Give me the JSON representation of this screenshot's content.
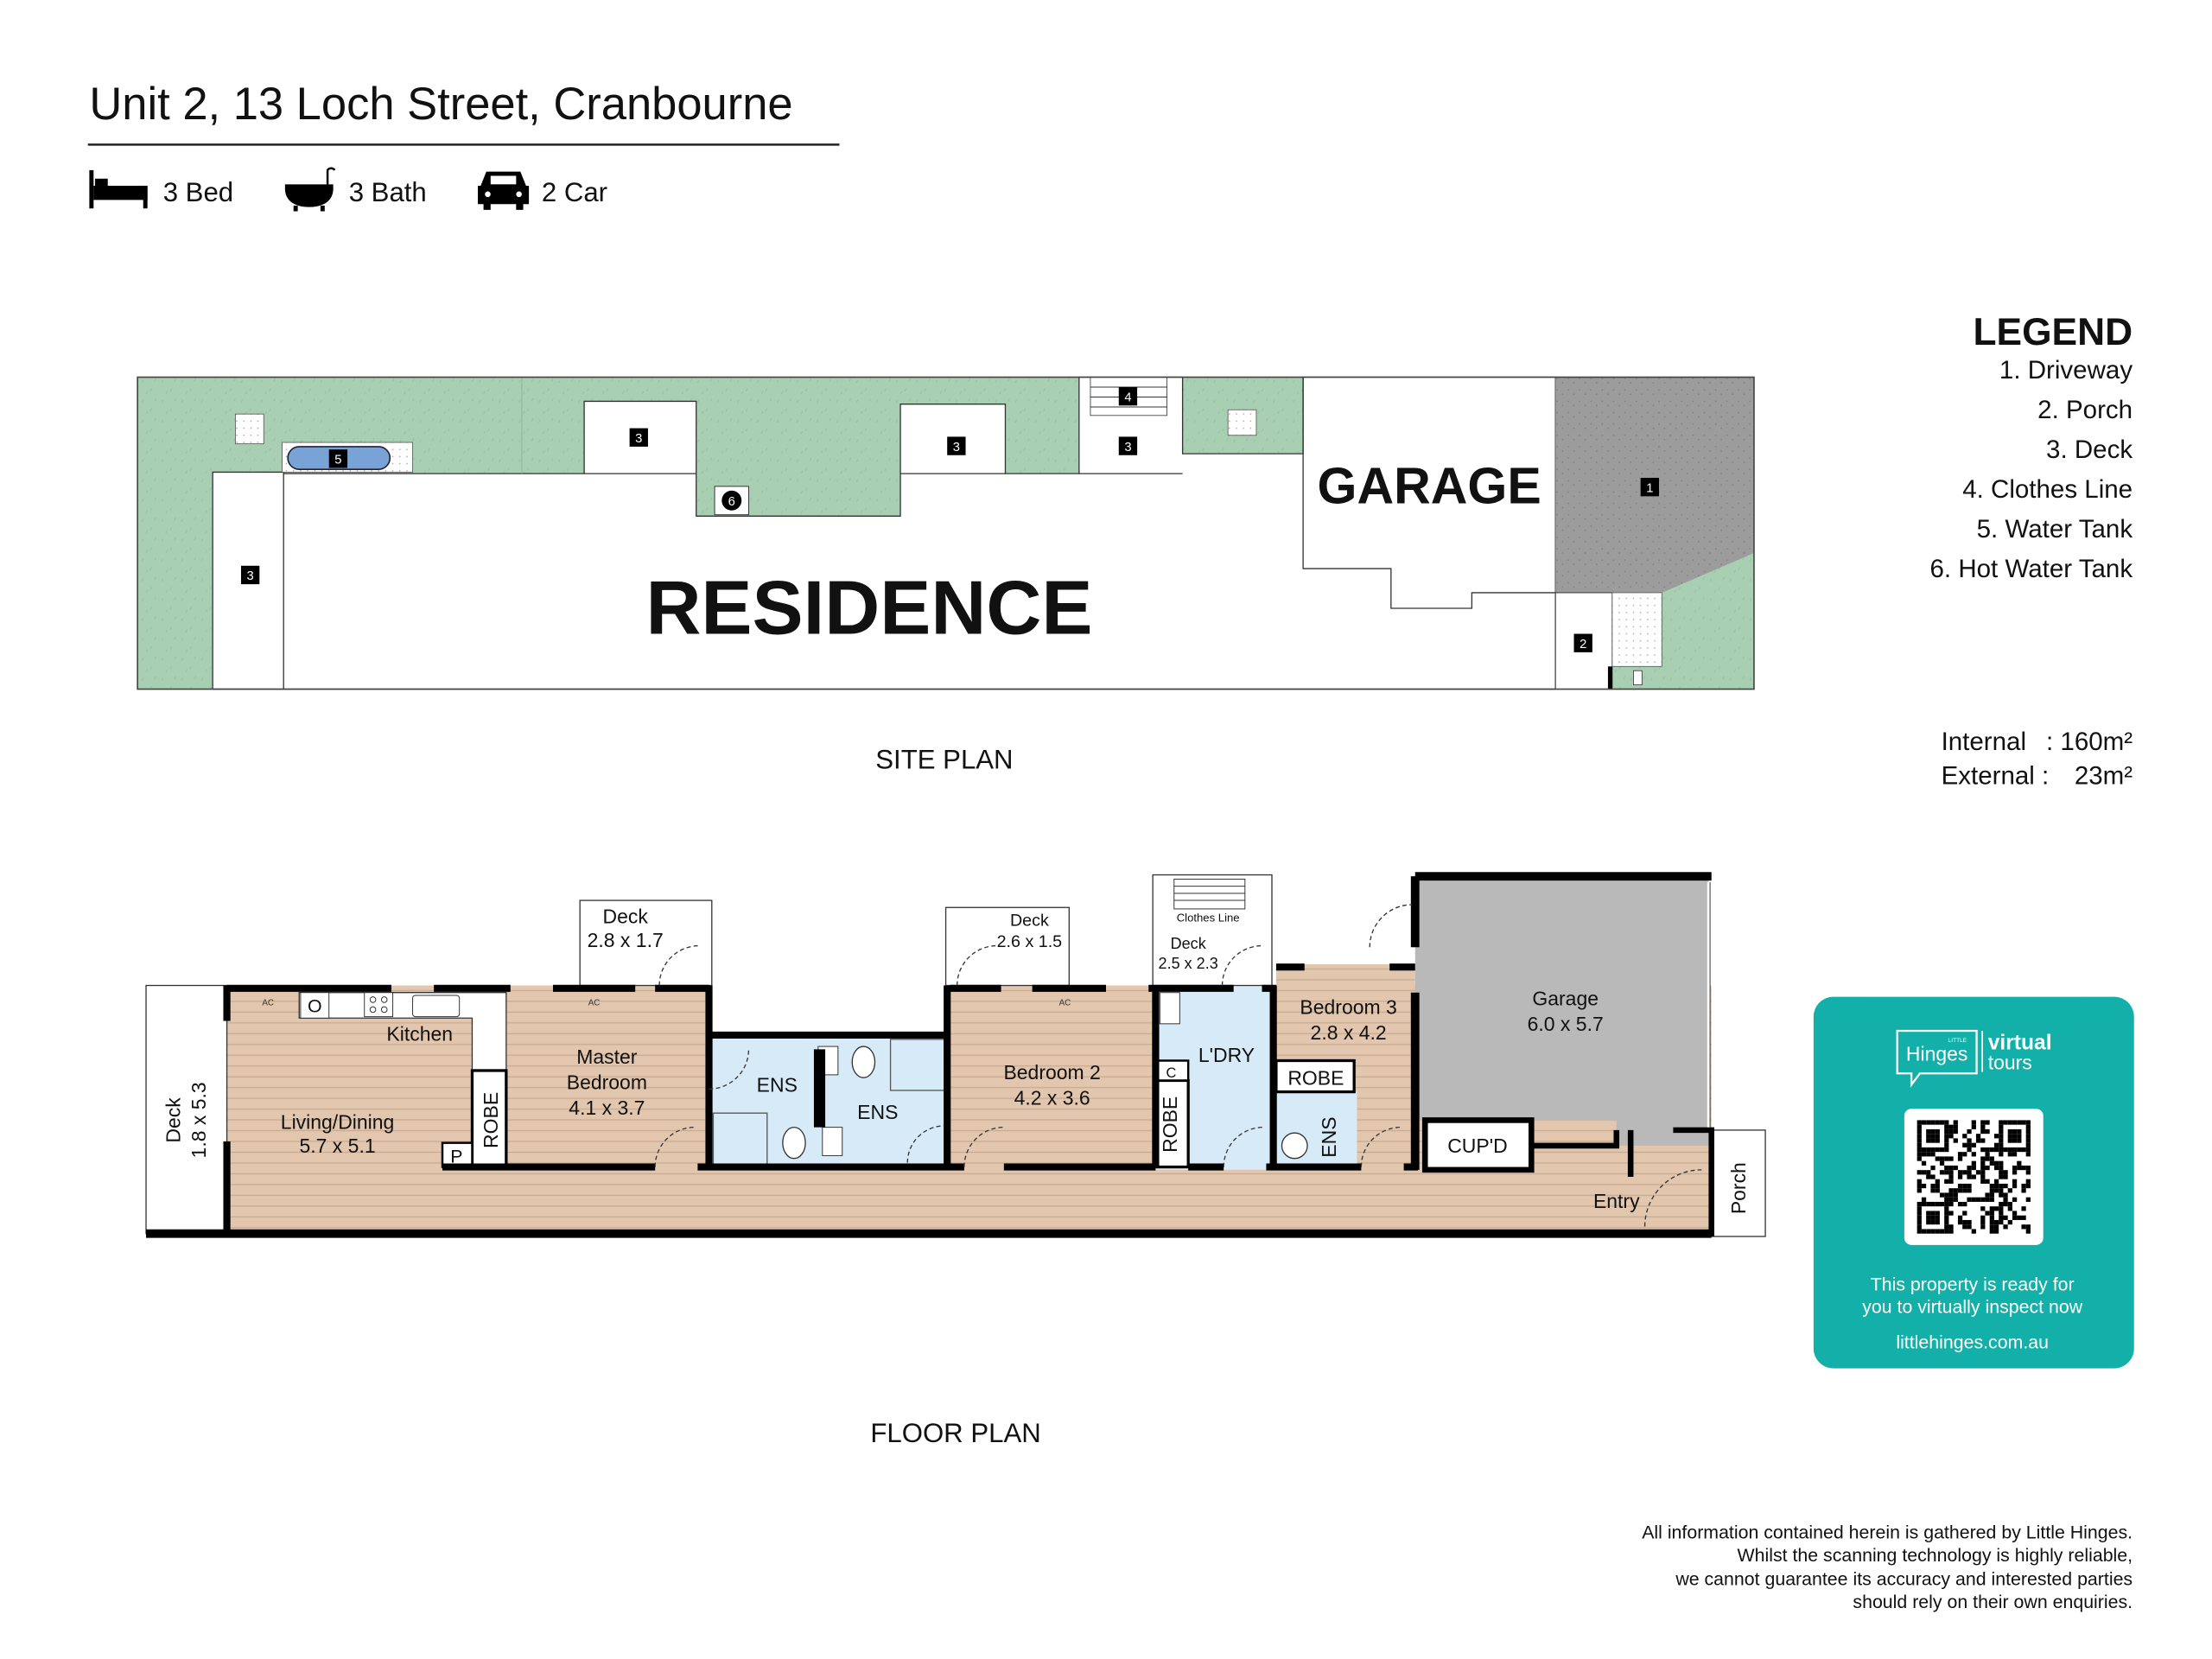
{
  "header": {
    "title": "Unit 2, 13 Loch Street, Cranbourne",
    "stats": [
      {
        "icon": "bed-icon",
        "label": "3 Bed"
      },
      {
        "icon": "bath-icon",
        "label": "3 Bath"
      },
      {
        "icon": "car-icon",
        "label": "2 Car"
      }
    ]
  },
  "site_plan": {
    "label": "SITE PLAN",
    "garage": "GARAGE",
    "residence": "RESIDENCE",
    "markers": [
      "1",
      "2",
      "3",
      "3",
      "3",
      "3",
      "4",
      "5",
      "6"
    ]
  },
  "legend": {
    "title": "LEGEND",
    "items": [
      "1. Driveway",
      "2. Porch",
      "3. Deck",
      "4. Clothes Line",
      "5. Water Tank",
      "6. Hot Water Tank"
    ],
    "areas": [
      {
        "label": "Internal",
        "value": ": 160m²"
      },
      {
        "label": "External :",
        "value": "23m²"
      }
    ]
  },
  "floor_plan": {
    "label": "FLOOR PLAN",
    "deck_left": {
      "name": "Deck",
      "dim": "1.8 x 5.3"
    },
    "deck_master": {
      "name": "Deck",
      "dim": "2.8 x 1.7"
    },
    "deck_bed2": {
      "name": "Deck",
      "dim": "2.6 x 1.5"
    },
    "deck_laundry": {
      "name": "Deck",
      "dim": "2.5 x 2.3"
    },
    "clothes_line": "Clothes Line",
    "kitchen": "Kitchen",
    "living": {
      "name": "Living/Dining",
      "dim": "5.7 x 5.1"
    },
    "master": {
      "name1": "Master",
      "name2": "Bedroom",
      "dim": "4.1 x 3.7"
    },
    "ens1": "ENS",
    "ens2": "ENS",
    "ens3": "ENS",
    "bed2": {
      "name": "Bedroom 2",
      "dim": "4.2 x 3.6"
    },
    "laundry": "L'DRY",
    "bed3": {
      "name": "Bedroom 3",
      "dim": "2.8 x 4.2"
    },
    "garage": {
      "name": "Garage",
      "dim": "6.0 x 5.7"
    },
    "robe": "ROBE",
    "pantry": "P",
    "cupboard_small": "C",
    "oven": "O",
    "cupboard": "CUP'D",
    "entry": "Entry",
    "porch": "Porch",
    "ac": "AC"
  },
  "promo": {
    "brand_small": "LITTLE",
    "brand": "Hinges",
    "virtual": "virtual",
    "tours": "tours",
    "line1": "This property is ready for",
    "line2": "you to virtually inspect now",
    "url": "littlehinges.com.au",
    "color": "#12b0a8"
  },
  "disclaimer": [
    "All information contained herein is gathered by Little Hinges.",
    "Whilst the scanning technology is highly reliable,",
    "we cannot guarantee its accuracy and interested parties",
    "should rely on their own enquiries."
  ]
}
